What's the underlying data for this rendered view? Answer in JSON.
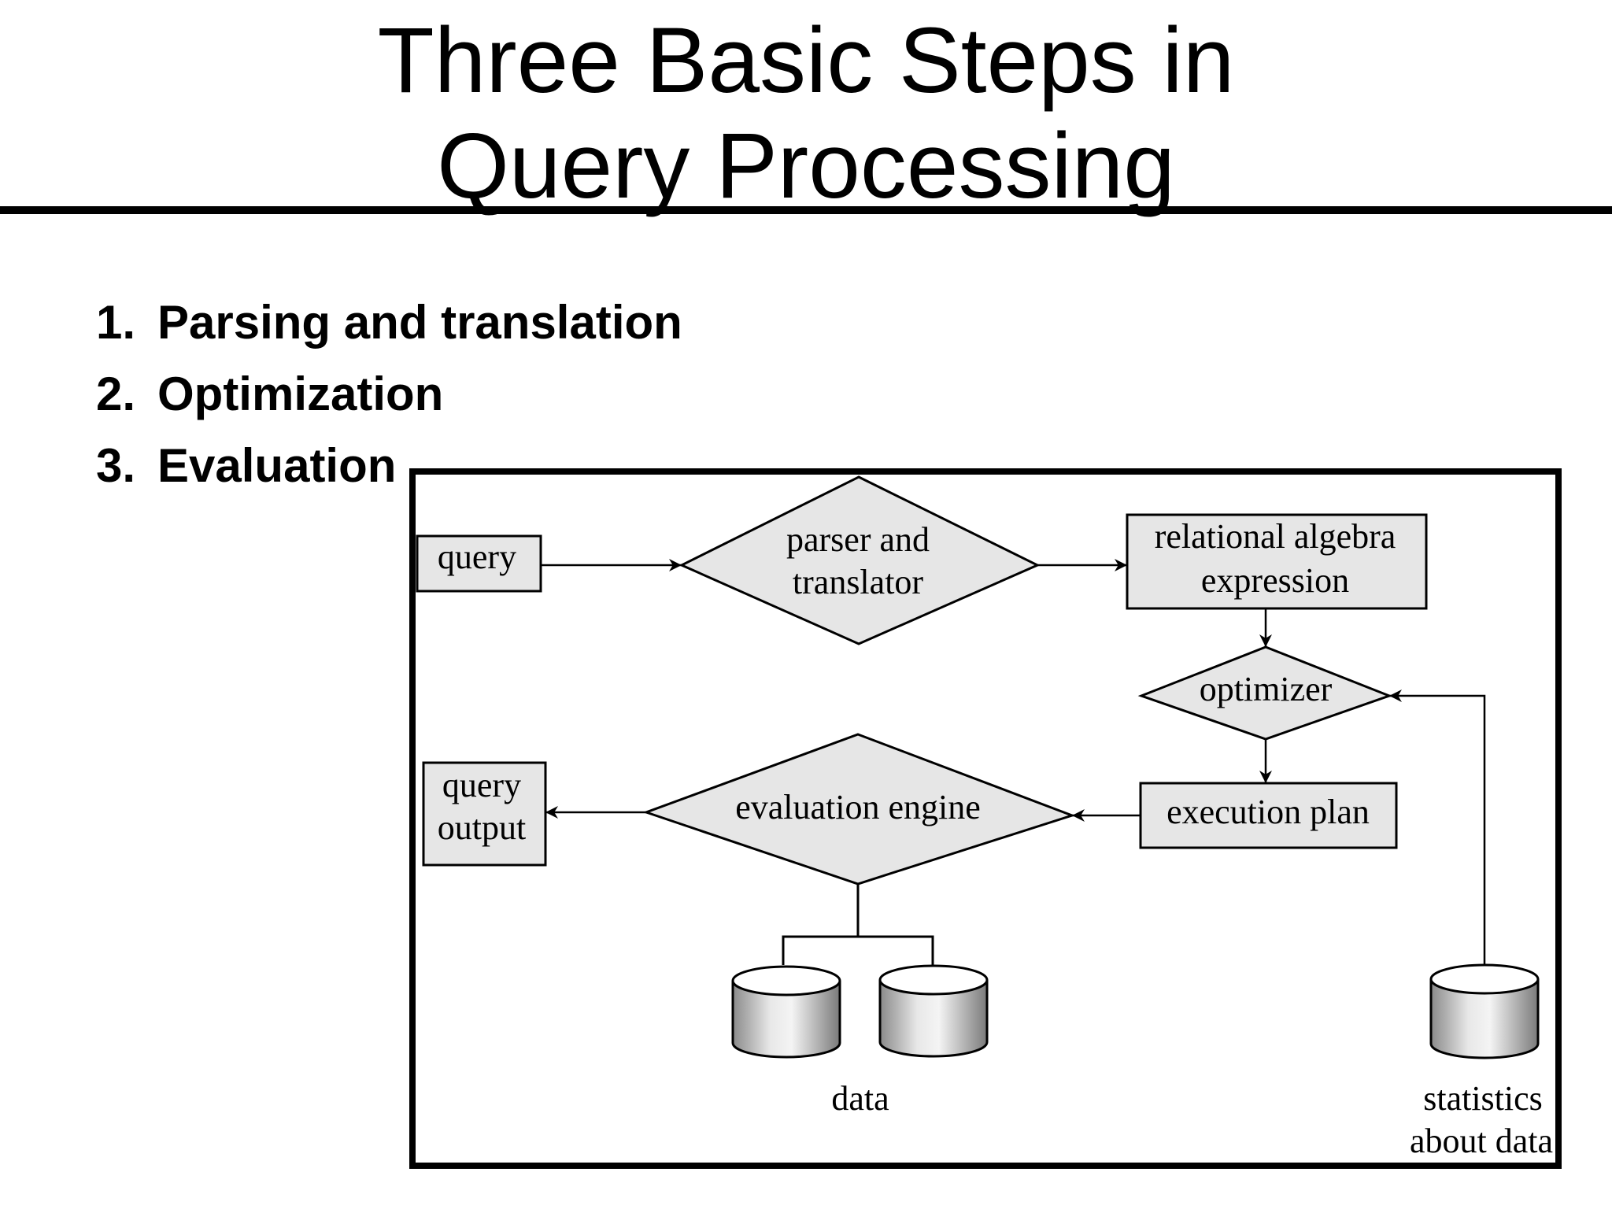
{
  "title": {
    "line1": "Three Basic Steps in",
    "line2": "Query Processing"
  },
  "steps": [
    {
      "number": "1.",
      "label": "Parsing and translation"
    },
    {
      "number": "2.",
      "label": "Optimization"
    },
    {
      "number": "3.",
      "label": "Evaluation"
    }
  ],
  "diagram": {
    "query": "query",
    "parser_line1": "parser and",
    "parser_line2": "translator",
    "relalg_line1": "relational algebra",
    "relalg_line2": "expression",
    "optimizer": "optimizer",
    "execution_plan": "execution plan",
    "evaluation_engine": "evaluation engine",
    "output_line1": "query",
    "output_line2": "output",
    "data": "data",
    "stats_line1": "statistics",
    "stats_line2": "about data"
  },
  "colors": {
    "shape_fill": "#e6e6e6",
    "stroke": "#000000"
  }
}
